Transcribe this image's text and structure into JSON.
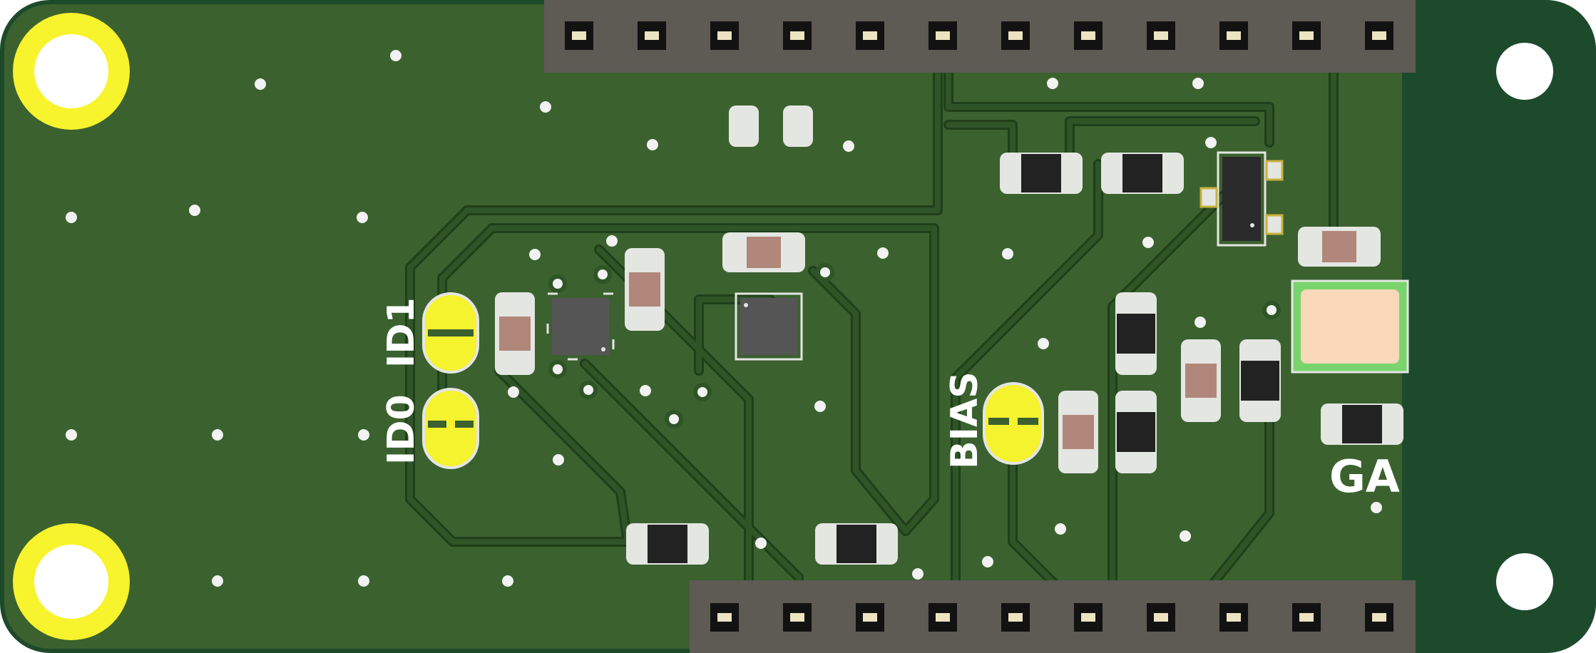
{
  "board": {
    "colors": {
      "outline": "#1d4a2a",
      "mask": "#3b612f",
      "mask_right": "#1e4a2c",
      "trace": "#2f5527",
      "trace_edge": "#1f3f1a",
      "header_body": "#5e5a54",
      "header_pin": "#121212",
      "pin_gold": "#ece3c0",
      "pad_white": "#e4e6e2",
      "pad_yellow": "#f5f22e",
      "resistor_tan": "#b0877a",
      "cap_black": "#222222",
      "ic_gray": "#555555",
      "via": "#f2f2f2",
      "mount_yellow": "#f7f32c",
      "crystal": "#fad9bb",
      "crystal_frame": "#7ad46e"
    },
    "icons": {
      "mounting_hole": "mounting-hole-icon",
      "solder_jumper": "solder-jumper-icon",
      "pin_header": "pin-header-icon"
    },
    "labels": {
      "id1": "ID1",
      "id0": "ID0",
      "bias": "BIAS",
      "ga": "GA"
    },
    "top_header_pin_count": 12,
    "bottom_header_pin_count": 10
  }
}
